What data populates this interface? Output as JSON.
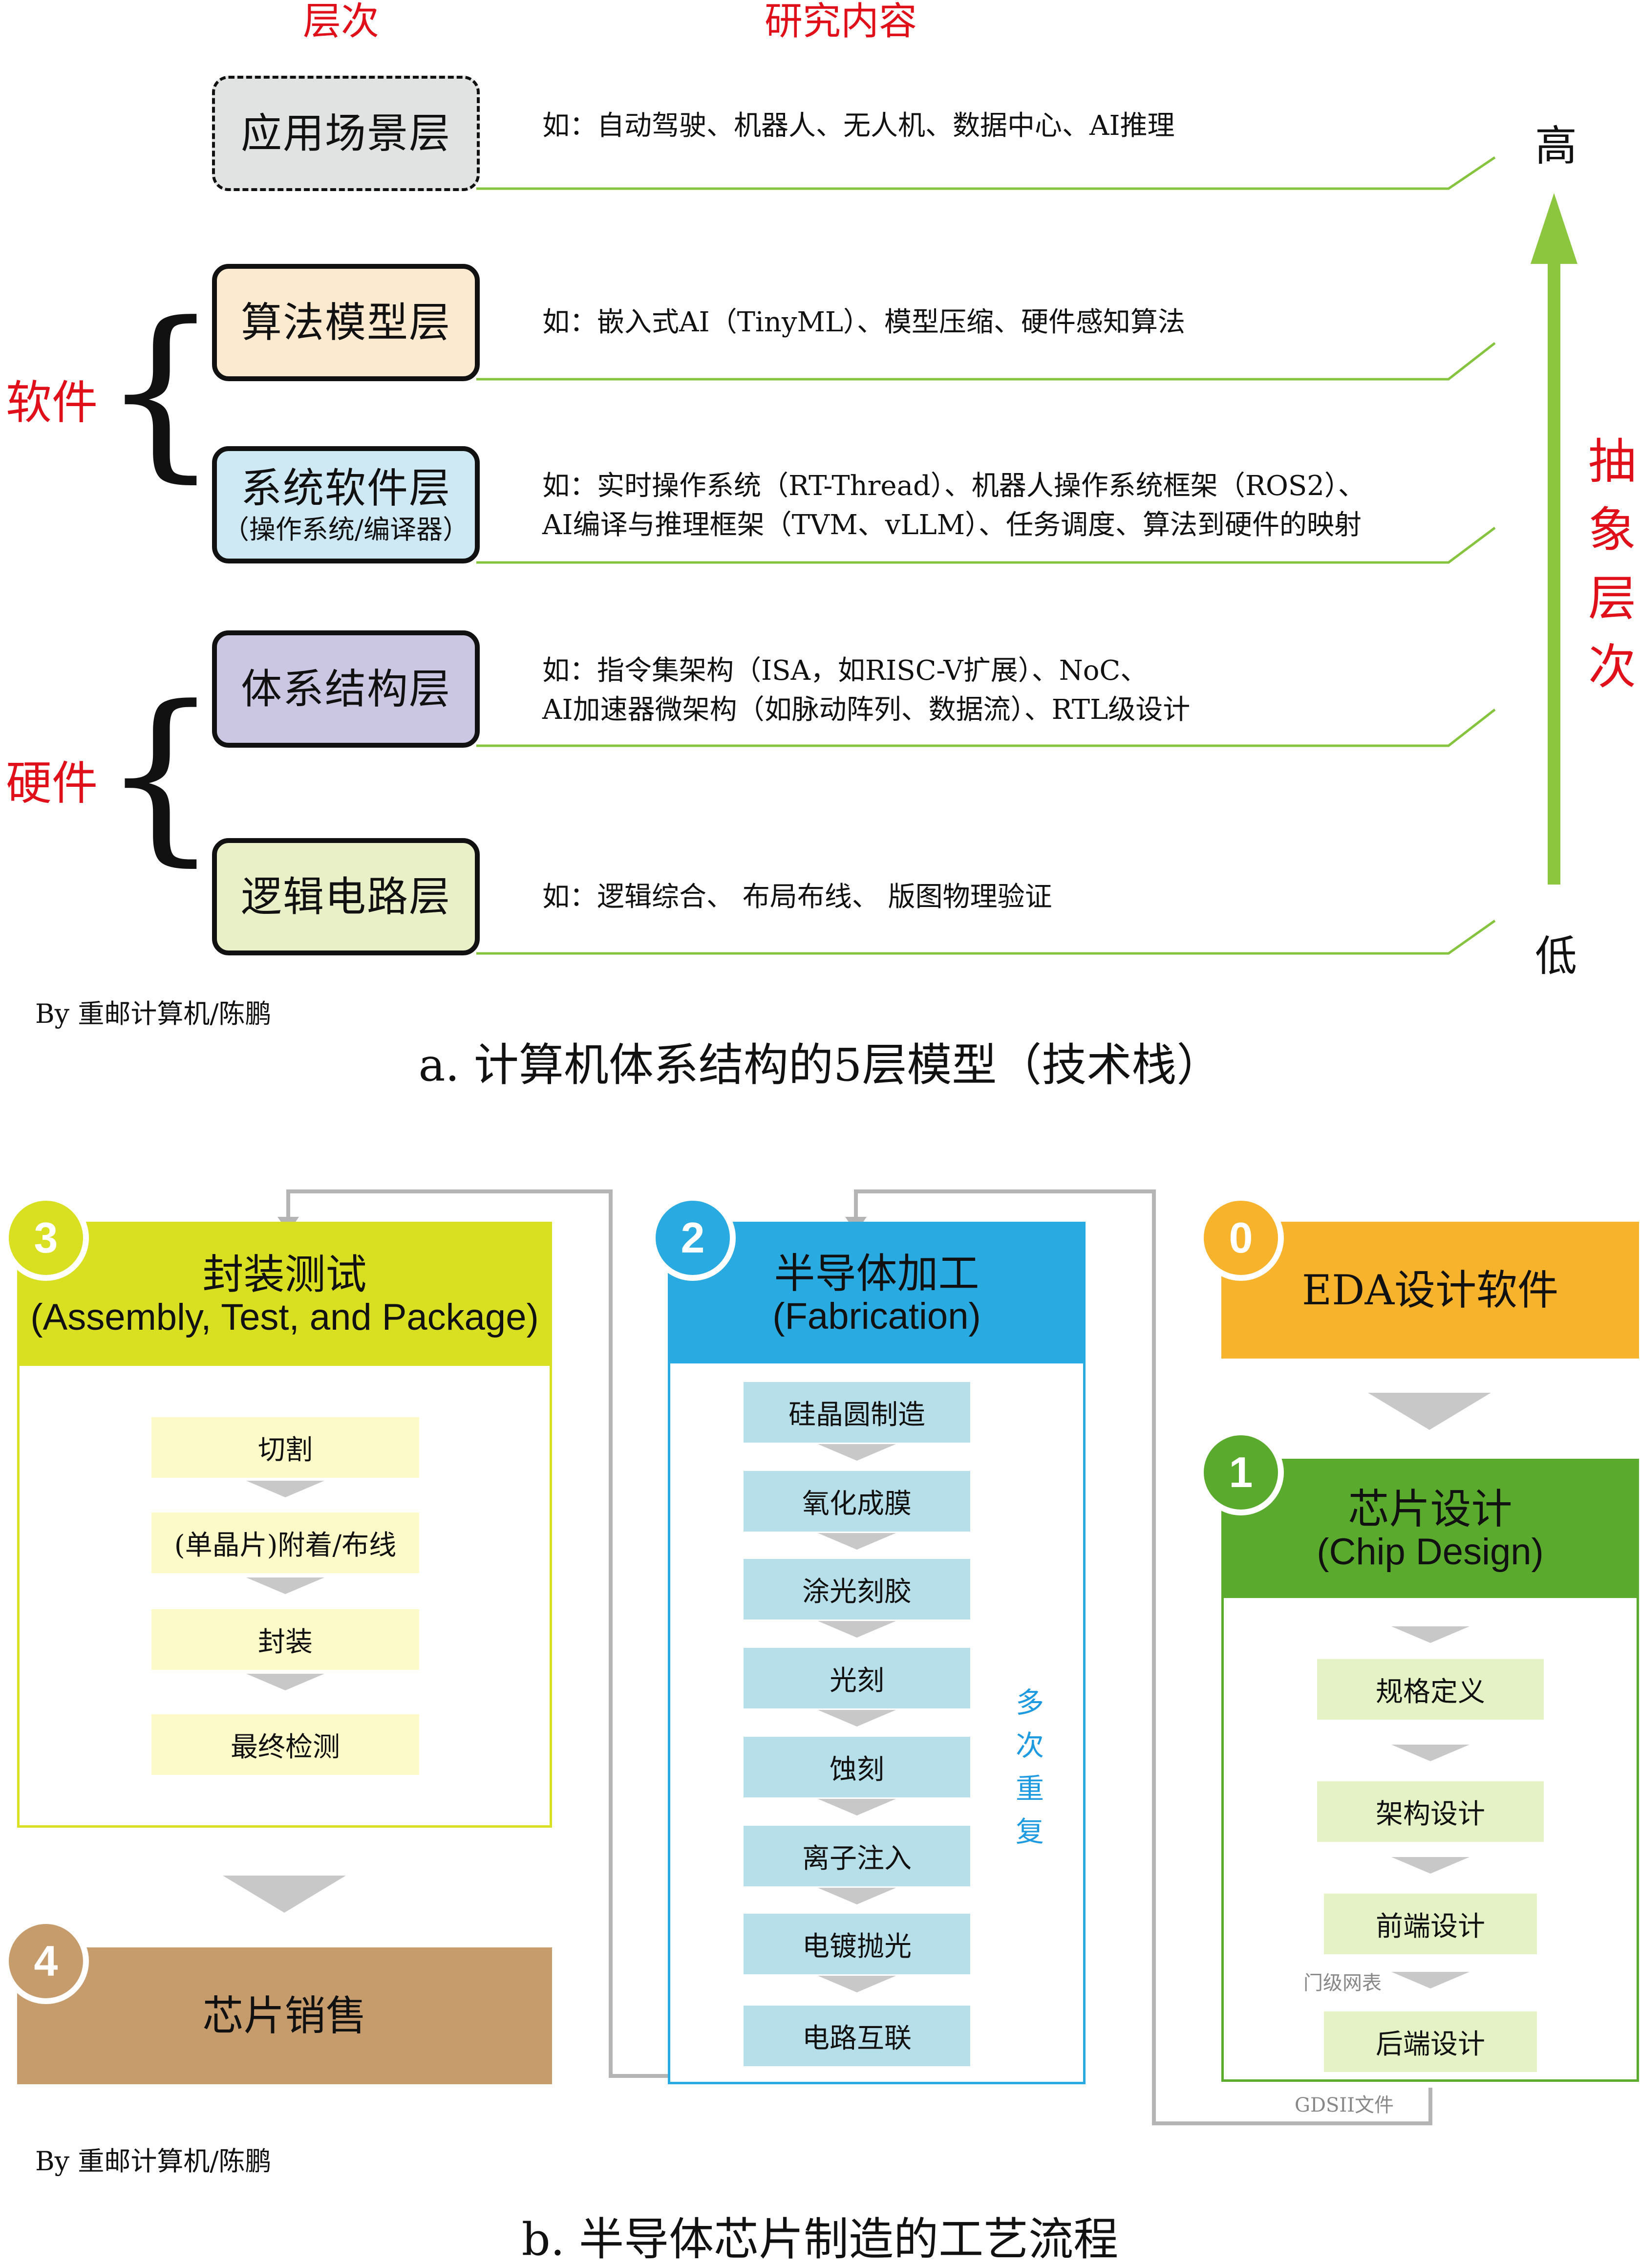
{
  "top": {
    "header_level": "层次",
    "header_content": "研究内容",
    "layers": [
      {
        "name": "应用场景层",
        "sub": "",
        "lines": [
          "如：自动驾驶、机器人、无人机、数据中心、AI推理"
        ],
        "fill": "#e1e3e2"
      },
      {
        "name": "算法模型层",
        "sub": "",
        "lines": [
          "如：嵌入式AI（TinyML）、模型压缩、硬件感知算法"
        ],
        "fill": "#fcead0"
      },
      {
        "name": "系统软件层",
        "sub": "（操作系统/编译器）",
        "lines": [
          "如：实时操作系统（RT-Thread）、机器人操作系统框架（ROS2）、",
          "AI编译与推理框架（TVM、vLLM）、任务调度、算法到硬件的映射"
        ],
        "fill": "#cfe9f4"
      },
      {
        "name": "体系结构层",
        "sub": "",
        "lines": [
          "如：指令集架构（ISA，如RISC-V扩展）、NoC、",
          "AI加速器微架构（如脉动阵列、数据流）、RTL级设计"
        ],
        "fill": "#cbc7e2"
      },
      {
        "name": "逻辑电路层",
        "sub": "",
        "lines": [
          "如：逻辑综合、 布局布线、 版图物理验证"
        ],
        "fill": "#e9f0c7"
      }
    ],
    "software_label": "软件",
    "hardware_label": "硬件",
    "axis_high": "高",
    "axis_low": "低",
    "axis_label": "抽象层次",
    "byline": "By 重邮计算机/陈鹏",
    "caption": "a. 计算机体系结构的5层模型（技术栈）"
  },
  "bottom": {
    "stage3": {
      "num": "3",
      "title": "封装测试",
      "subtitle": "(Assembly, Test, and Package)",
      "steps": [
        "切割",
        "(单晶片)附着/布线",
        "封装",
        "最终检测"
      ]
    },
    "stage2": {
      "num": "2",
      "title": "半导体加工",
      "subtitle": "(Fabrication)",
      "steps": [
        "硅晶圆制造",
        "氧化成膜",
        "涂光刻胶",
        "光刻",
        "蚀刻",
        "离子注入",
        "电镀抛光",
        "电路互联"
      ],
      "repeat_label": "多次重复"
    },
    "stage0": {
      "num": "0",
      "title": "EDA设计软件"
    },
    "stage1": {
      "num": "1",
      "title": "芯片设计",
      "subtitle": "(Chip Design)",
      "steps": [
        "规格定义",
        "架构设计",
        "前端设计",
        "后端设计"
      ],
      "netlist_label": "门级网表",
      "gdsii_label": "GDSII文件"
    },
    "stage4": {
      "num": "4",
      "title": "芯片销售"
    },
    "byline": "By 重邮计算机/陈鹏",
    "caption": "b. 半导体芯片制造的工艺流程"
  },
  "colors": {
    "red": "#e0101a",
    "green_arrow": "#8cc63f",
    "green_line": "#86c440",
    "stage3_head": "#d9e021",
    "stage2_head": "#29abe2",
    "stage0_head": "#f7b32b",
    "stage1_head": "#5aaa2e",
    "stage4_fill": "#c69c6d",
    "repeat_blue": "#1e9be0"
  }
}
